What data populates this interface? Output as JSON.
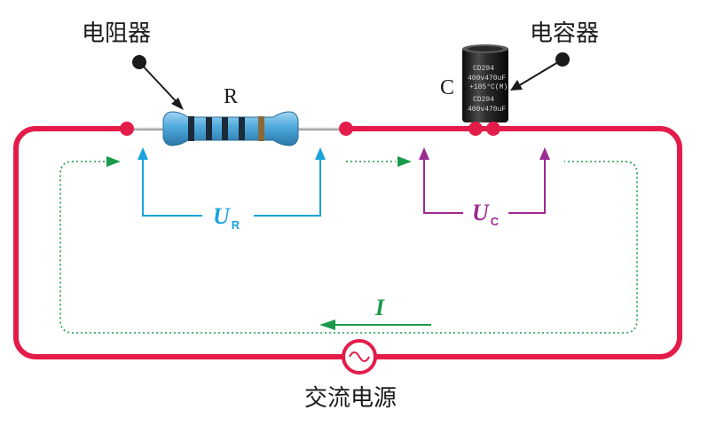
{
  "labels": {
    "resistor": "电阻器",
    "capacitor": "电容器",
    "source": "交流电源",
    "resistor_symbol": "R",
    "capacitor_symbol": "C"
  },
  "voltages": {
    "resistor": {
      "symbol": "U",
      "subscript": "R"
    },
    "capacitor": {
      "symbol": "U",
      "subscript": "C"
    }
  },
  "current": {
    "symbol": "I"
  },
  "capacitor_print": [
    "CD294",
    "400v470uF",
    "+105°C(M)",
    "CD294",
    "400v470uF"
  ],
  "colors": {
    "wire": "#e41c4a",
    "voltage_R": "#1aa3dc",
    "voltage_C": "#9c2a92",
    "current": "#1a9a4a",
    "resistor_body": "#4ea9dc",
    "pointer_dot": "#1a1a1a"
  },
  "icons": {
    "source": "ac-sine-icon"
  }
}
